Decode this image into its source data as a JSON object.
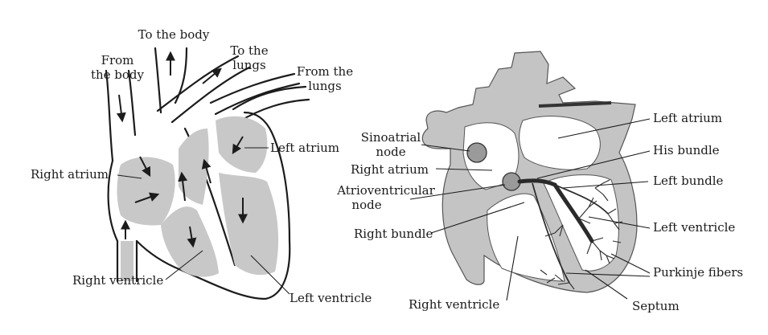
{
  "left_diagram": {
    "labels": {
      "to_body": "To the body",
      "to_lungs_1": "To the",
      "to_lungs_2": "lungs",
      "from_body_1": "From",
      "from_body_2": "the body",
      "from_lungs_1": "From the",
      "from_lungs_2": "lungs",
      "left_atrium": "Left atrium",
      "right_atrium": "Right atrium",
      "right_ventricle": "Right ventricle",
      "left_ventricle": "Left ventricle"
    }
  },
  "right_diagram": {
    "labels": {
      "sinoatrial_1": "Sinoatrial",
      "sinoatrial_2": "node",
      "right_atrium": "Right atrium",
      "av_node_1": "Atrioventricular",
      "av_node_2": "node",
      "right_bundle": "Right bundle",
      "right_ventricle": "Right ventricle",
      "left_atrium": "Left atrium",
      "his_bundle": "His bundle",
      "left_bundle": "Left bundle",
      "left_ventricle": "Left ventricle",
      "purkinje": "Purkinje fibers",
      "septum": "Septum"
    }
  }
}
